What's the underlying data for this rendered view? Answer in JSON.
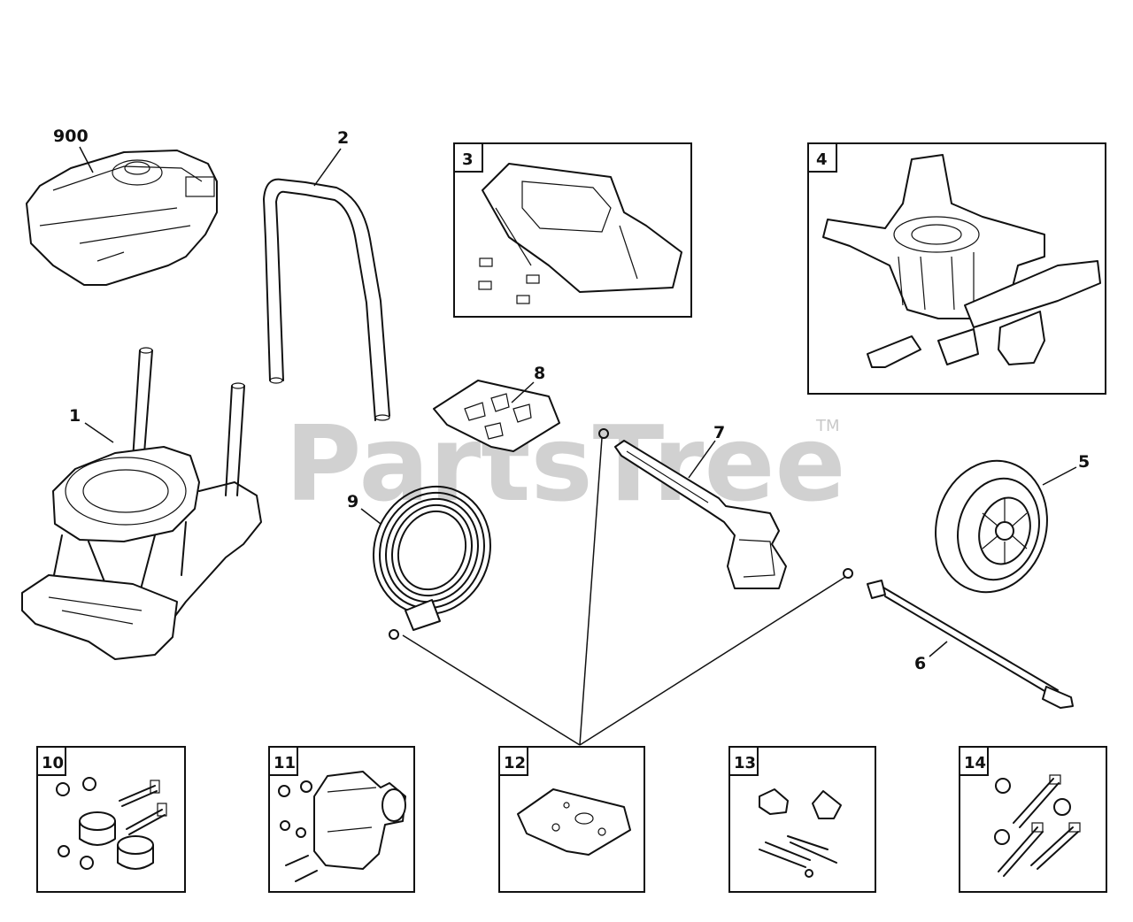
{
  "watermark": {
    "text": "PartsTree",
    "trademark": "TM"
  },
  "callouts": {
    "engine": "900",
    "frame": "1",
    "handle": "2",
    "wheel": "5",
    "wand": "6",
    "spray_gun": "7",
    "nozzle_kit": "8",
    "hose": "9"
  },
  "boxes": {
    "b3": "3",
    "b4": "4",
    "b10": "10",
    "b11": "11",
    "b12": "12",
    "b13": "13",
    "b14": "14"
  }
}
